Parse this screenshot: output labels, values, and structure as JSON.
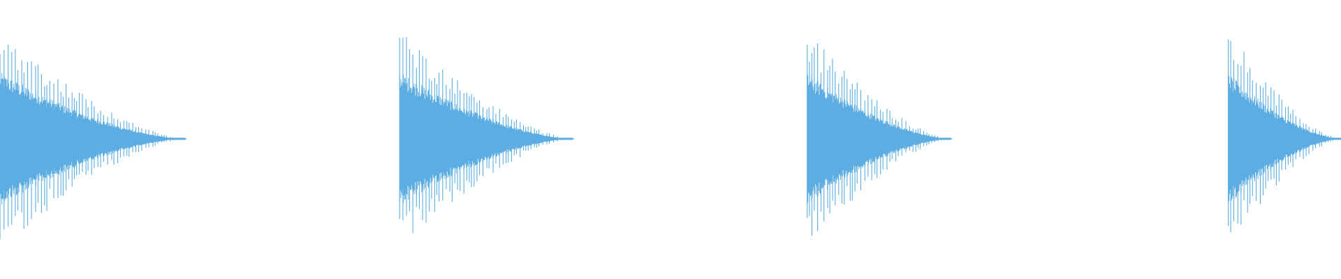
{
  "waveform": {
    "color": "#5dade2",
    "background": "#ffffff",
    "bursts": [
      {
        "id": "burst-1",
        "start": 0.0,
        "end": 0.138,
        "peak": 1.0
      },
      {
        "id": "burst-2",
        "start": 0.298,
        "end": 0.427,
        "peak": 1.0
      },
      {
        "id": "burst-3",
        "start": 0.602,
        "end": 0.709,
        "peak": 0.98
      },
      {
        "id": "burst-4",
        "start": 0.916,
        "end": 1.0,
        "peak": 0.98
      }
    ]
  }
}
